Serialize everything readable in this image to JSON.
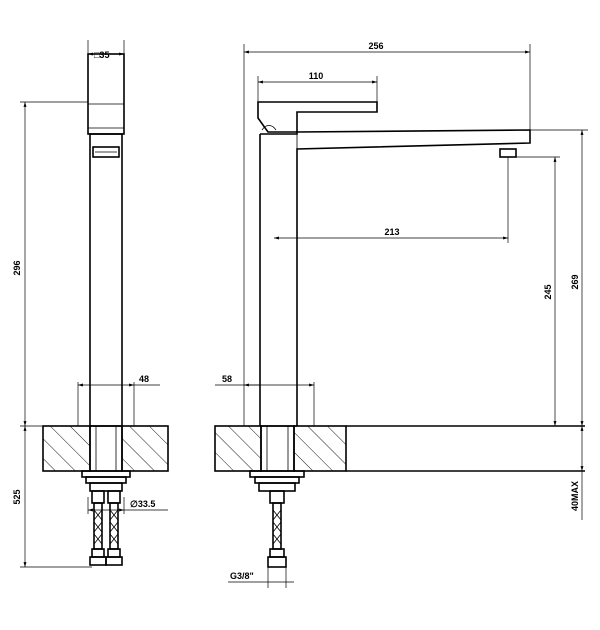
{
  "dimensions": {
    "spout_square": "□35",
    "total_width": "256",
    "handle_width": "110",
    "total_height": "296",
    "reach": "213",
    "spout_height": "245",
    "body_height": "269",
    "base_front": "48",
    "base_side": "58",
    "below_height": "525",
    "hole_dia": "∅33.5",
    "thread": "G3/8\"",
    "max_thickness": "40MAX"
  }
}
